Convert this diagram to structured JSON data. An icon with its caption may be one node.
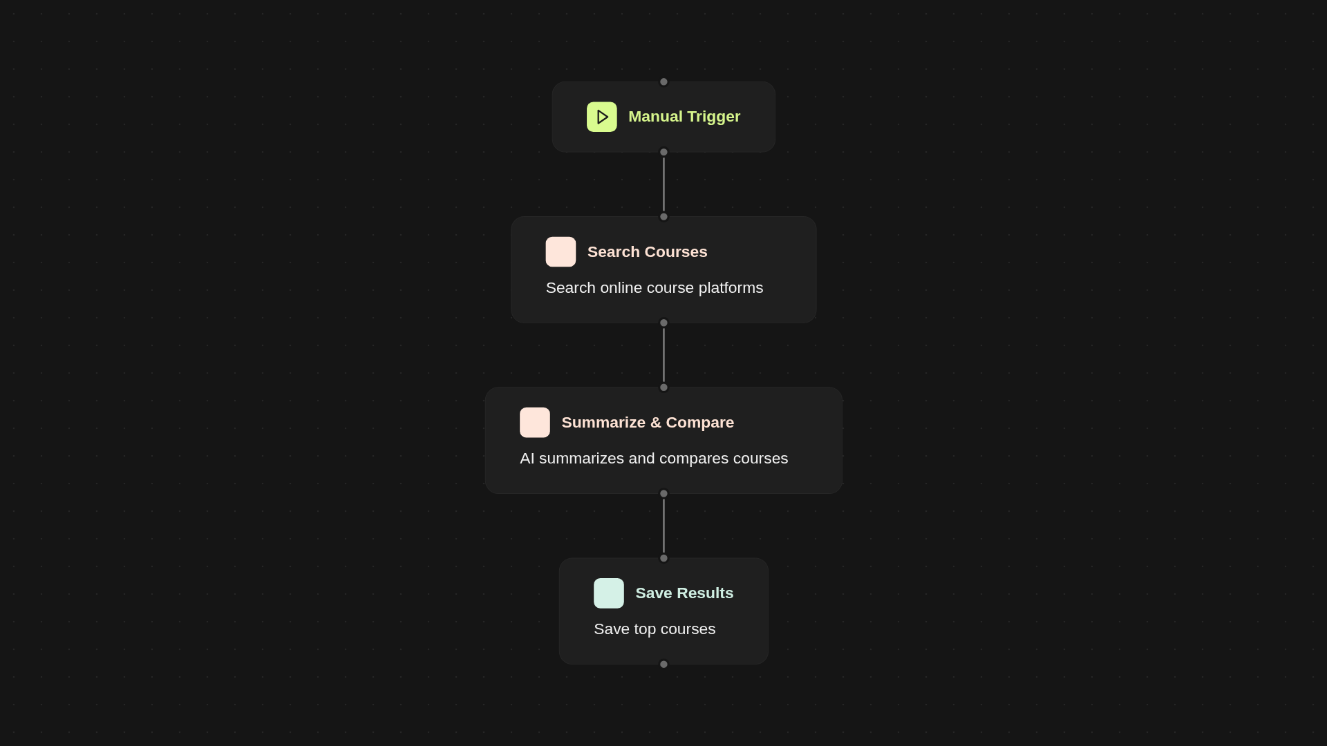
{
  "diagram": {
    "nodes": [
      {
        "text": [
          "Manual Trigger"
        ]
      },
      {
        "text": [
          "Search Courses",
          "Search online course platforms"
        ]
      },
      {
        "text": [
          "Summarize & Compare",
          "AI summarizes and compares courses"
        ]
      },
      {
        "text": [
          "Save Results",
          "Save top courses"
        ]
      }
    ],
    "edges": [
      {
        "from": 0,
        "to": 1,
        "arrow": "none"
      },
      {
        "from": 1,
        "to": 2,
        "arrow": "none"
      },
      {
        "from": 2,
        "to": 3,
        "arrow": "none"
      }
    ]
  }
}
